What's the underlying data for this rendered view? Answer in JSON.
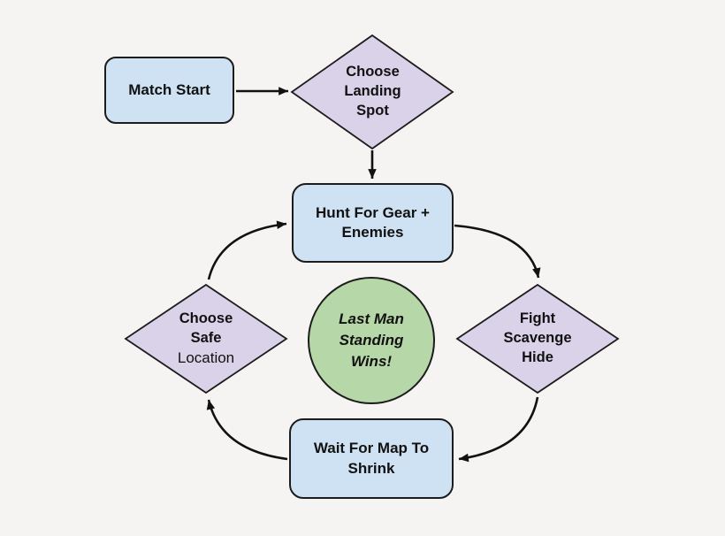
{
  "colors": {
    "background": "#f5f4f2",
    "process_fill": "#cfe2f3",
    "decision_fill": "#d9d2e9",
    "terminal_fill": "#b6d7a8",
    "stroke": "#1c1c1c",
    "arrow": "#111111"
  },
  "nodes": {
    "match_start": {
      "shape": "rounded-rectangle",
      "label": "Match Start"
    },
    "choose_landing_spot": {
      "shape": "diamond",
      "label": "Choose\nLanding\nSpot"
    },
    "hunt_for_gear": {
      "shape": "rounded-rectangle",
      "label": "Hunt For Gear +\nEnemies"
    },
    "fight_scavenge_hide": {
      "shape": "diamond",
      "label": "Fight\nScavenge\nHide"
    },
    "choose_safe_location": {
      "shape": "diamond",
      "label_bold": "Choose\nSafe",
      "label_regular": "Location"
    },
    "wait_for_map": {
      "shape": "rounded-rectangle",
      "label": "Wait For Map To\nShrink"
    },
    "last_man_standing": {
      "shape": "circle",
      "label": "Last Man\nStanding\nWins!"
    }
  },
  "edges": [
    {
      "from": "Match Start",
      "to": "Choose Landing Spot"
    },
    {
      "from": "Choose Landing Spot",
      "to": "Hunt For Gear + Enemies"
    },
    {
      "from": "Hunt For Gear + Enemies",
      "to": "Fight Scavenge Hide"
    },
    {
      "from": "Fight Scavenge Hide",
      "to": "Wait For Map To Shrink"
    },
    {
      "from": "Wait For Map To Shrink",
      "to": "Choose Safe Location"
    },
    {
      "from": "Choose Safe Location",
      "to": "Hunt For Gear + Enemies"
    }
  ]
}
